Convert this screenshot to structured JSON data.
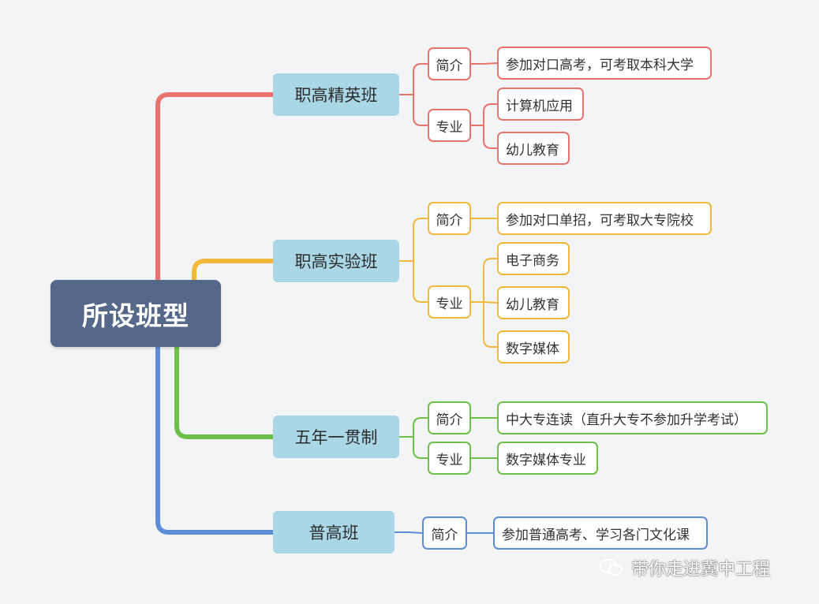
{
  "root": {
    "label": "所设班型"
  },
  "colors": {
    "red": "#e8736c",
    "orange": "#f0b93a",
    "green": "#6cc04a",
    "blue": "#5b8ed6",
    "root": "#56688a",
    "branch": "#a9d7e6"
  },
  "branches": [
    {
      "label": "职高精英班",
      "groups": [
        {
          "label": "简介",
          "items": [
            "参加对口高考，可考取本科大学"
          ]
        },
        {
          "label": "专业",
          "items": [
            "计算机应用",
            "幼儿教育"
          ]
        }
      ]
    },
    {
      "label": "职高实验班",
      "groups": [
        {
          "label": "简介",
          "items": [
            "参加对口单招，可考取大专院校"
          ]
        },
        {
          "label": "专业",
          "items": [
            "电子商务",
            "幼儿教育",
            "数字媒体"
          ]
        }
      ]
    },
    {
      "label": "五年一贯制",
      "groups": [
        {
          "label": "简介",
          "items": [
            "中大专连读（直升大专不参加升学考试）"
          ]
        },
        {
          "label": "专业",
          "items": [
            "数字媒体专业"
          ]
        }
      ]
    },
    {
      "label": "普高班",
      "groups": [
        {
          "label": "简介",
          "items": [
            "参加普通高考、学习各门文化课"
          ]
        }
      ]
    }
  ],
  "watermark": {
    "text": "带你走进冀中工程"
  }
}
